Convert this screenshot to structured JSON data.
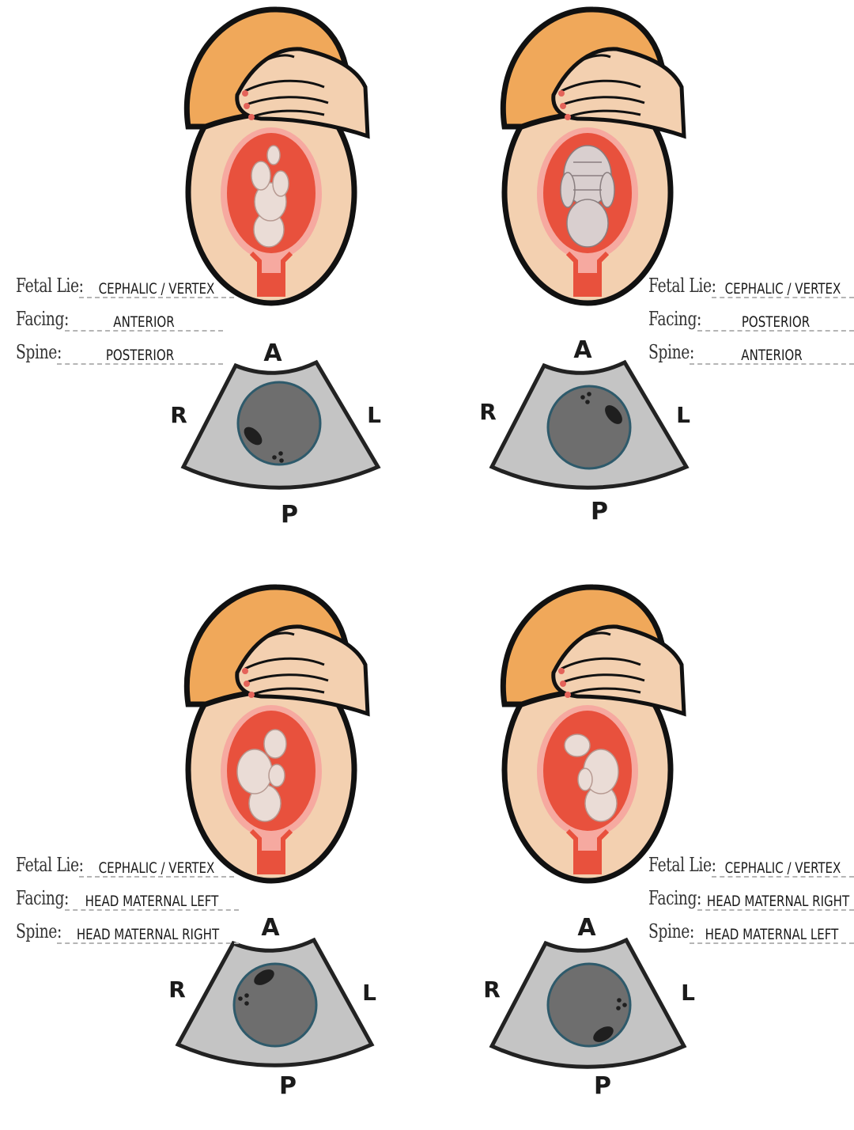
{
  "labels": {
    "fetal_lie": "Fetal Lie:",
    "facing": "Facing:",
    "spine": "Spine:"
  },
  "directions": {
    "anterior": "A",
    "posterior": "P",
    "right": "R",
    "left": "L"
  },
  "panels": [
    {
      "fetal_lie": "CEPHALIC / VERTEX",
      "facing": "ANTERIOR",
      "spine": "POSTERIOR"
    },
    {
      "fetal_lie": "CEPHALIC / VERTEX",
      "facing": "POSTERIOR",
      "spine": "ANTERIOR"
    },
    {
      "fetal_lie": "CEPHALIC / VERTEX",
      "facing": "HEAD MATERNAL LEFT",
      "spine": "HEAD MATERNAL RIGHT"
    },
    {
      "fetal_lie": "CEPHALIC / VERTEX",
      "facing": "HEAD MATERNAL RIGHT",
      "spine": "HEAD MATERNAL LEFT"
    }
  ],
  "colors": {
    "hair": "#f0a85a",
    "skin": "#f3d0b0",
    "uterus": "#e8513d",
    "uterus_rim": "#f6a9a0",
    "ultrasound_fan": "#c4c4c4",
    "fetal_head": "#737373",
    "fetal_skin": "#eadcd6"
  }
}
